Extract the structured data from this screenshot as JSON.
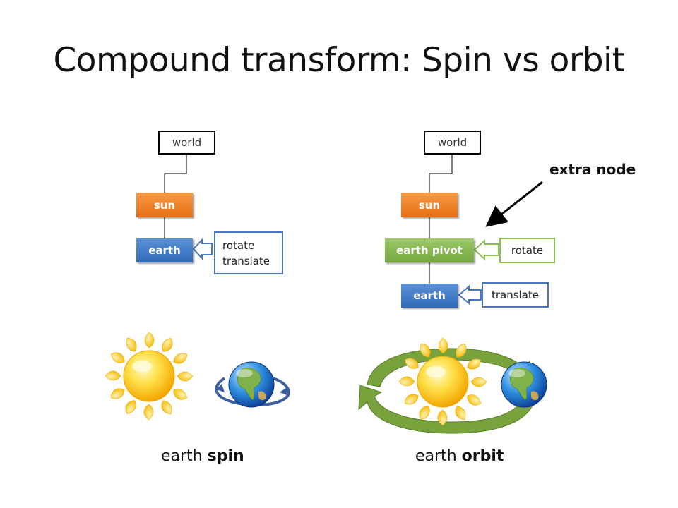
{
  "title": "Compound transform: Spin vs orbit",
  "left_tree": {
    "world": "world",
    "sun": "sun",
    "earth": "earth",
    "ops": [
      "rotate",
      "translate"
    ]
  },
  "right_tree": {
    "world": "world",
    "sun": "sun",
    "earth_pivot": "earth pivot",
    "earth": "earth",
    "pivot_op": "rotate",
    "earth_op": "translate"
  },
  "annotation": "extra node",
  "captions": {
    "spin_prefix": "earth ",
    "spin_bold": "spin",
    "orbit_prefix": "earth ",
    "orbit_bold": "orbit"
  },
  "colors": {
    "sun_node": "#e87a1e",
    "earth_node": "#3a73c0",
    "pivot_node": "#83b44a",
    "blue_outline": "#4a78bf",
    "green_outline": "#8cbb54",
    "orbit_arrow": "#77a23c"
  },
  "icons": [
    "sun-icon",
    "globe-icon",
    "spin-ring-icon",
    "orbit-arrow-icon"
  ]
}
